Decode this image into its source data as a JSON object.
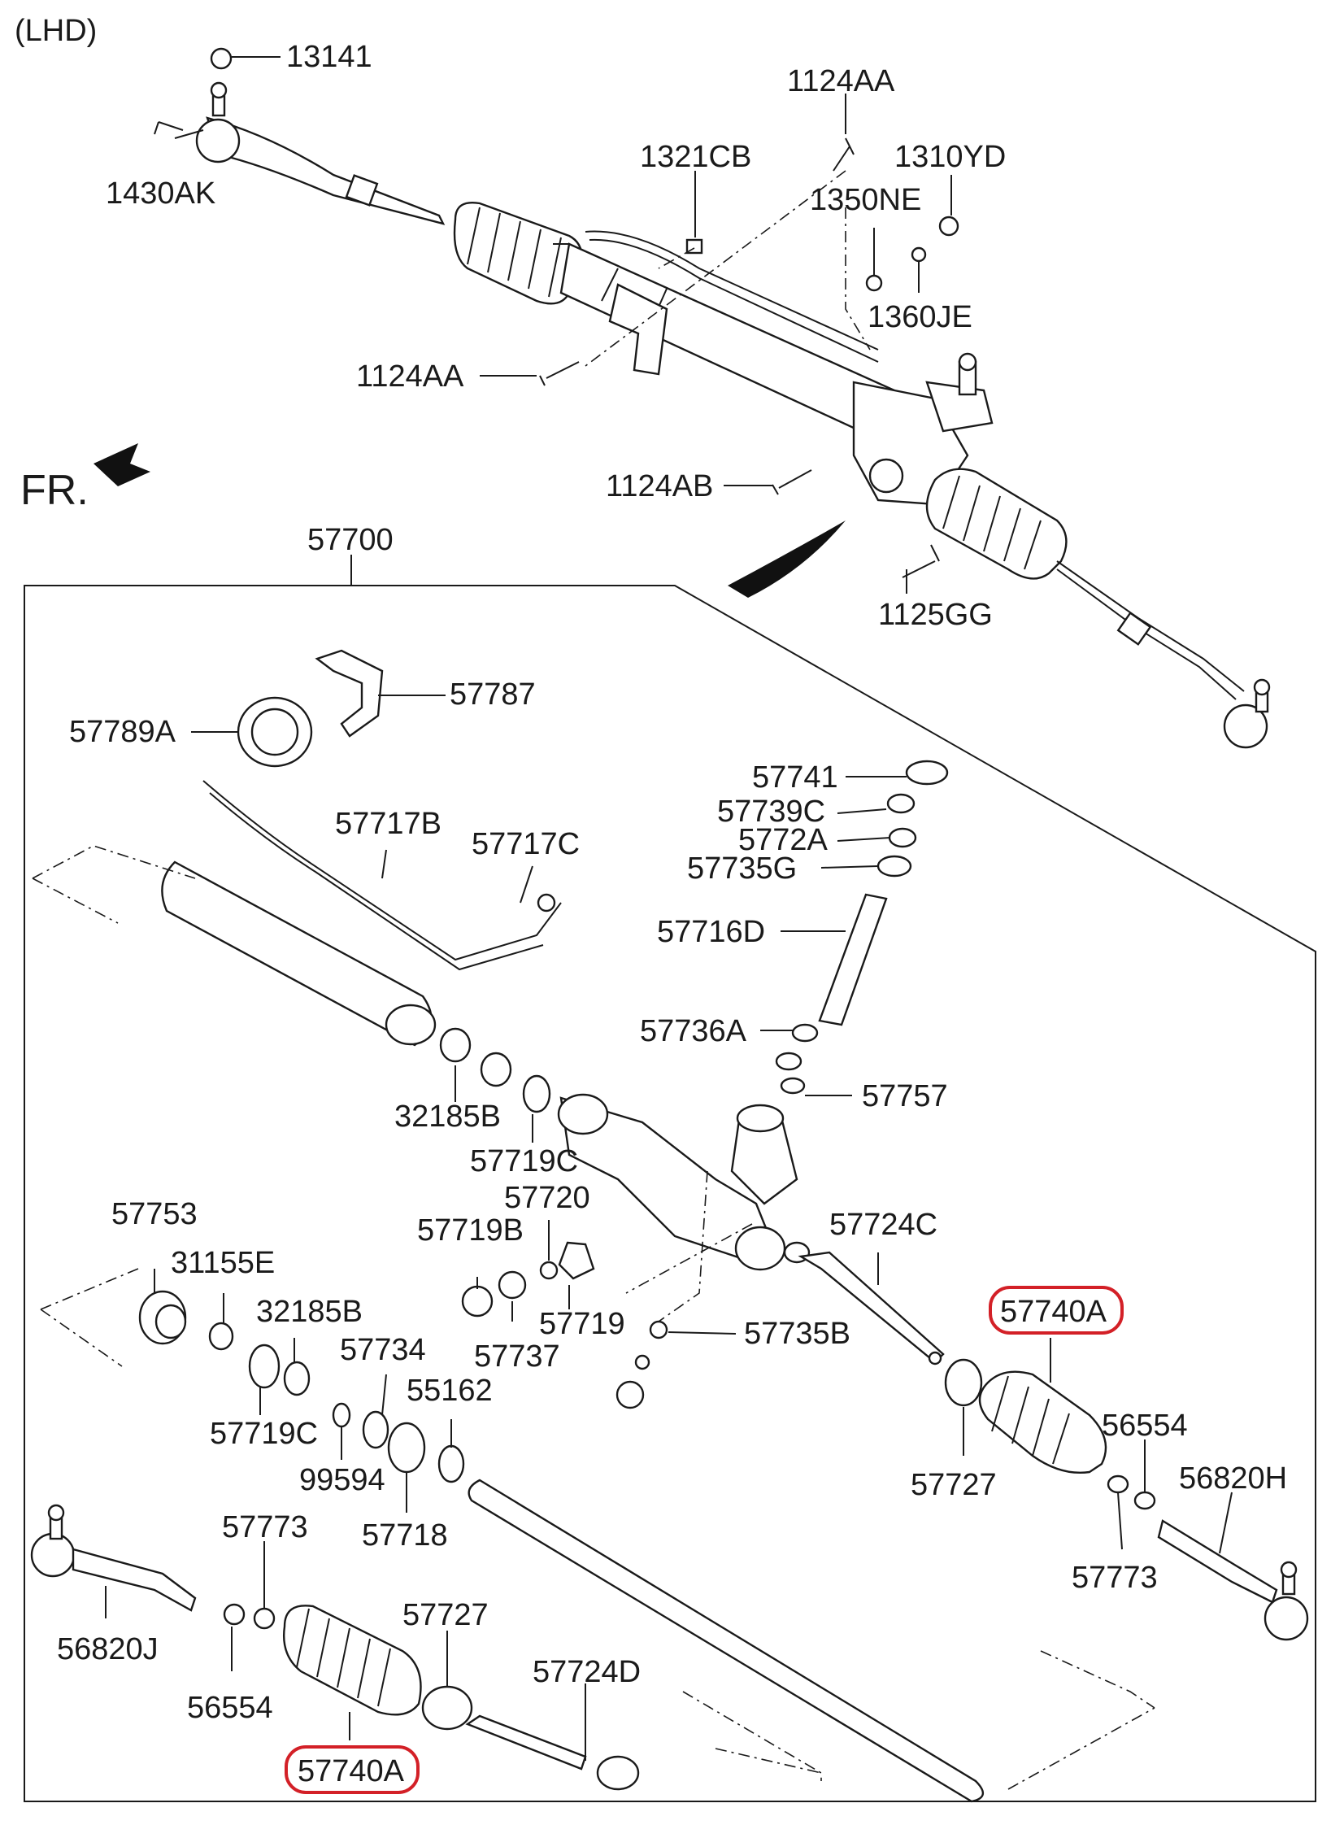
{
  "header": {
    "drive_side": "(LHD)",
    "front_marker": "FR."
  },
  "assembly": {
    "part_no": "57700"
  },
  "labels": {
    "p13141": "13141",
    "p1430AK": "1430AK",
    "p1124AA_top": "1124AA",
    "p1321CB": "1321CB",
    "p1310YD": "1310YD",
    "p1350NE": "1350NE",
    "p1360JE": "1360JE",
    "p1124AA_left": "1124AA",
    "p1124AB": "1124AB",
    "p1125GG": "1125GG",
    "p57787": "57787",
    "p57789A": "57789A",
    "p57717B": "57717B",
    "p57717C": "57717C",
    "p57741": "57741",
    "p57739C": "57739C",
    "p5772A": "5772A",
    "p57735G": "57735G",
    "p57716D": "57716D",
    "p57736A": "57736A",
    "p57757": "57757",
    "p32185B_top": "32185B",
    "p57719C_top": "57719C",
    "p57720": "57720",
    "p57719B": "57719B",
    "p57737": "57737",
    "p57719": "57719",
    "p57735B": "57735B",
    "p57724C": "57724C",
    "p57740A_right": "57740A",
    "p57753": "57753",
    "p31155E": "31155E",
    "p32185B_bottom": "32185B",
    "p57734": "57734",
    "p55162": "55162",
    "p57719C_bottom": "57719C",
    "p99594": "99594",
    "p57718": "57718",
    "p57727_right": "57727",
    "p56554_right": "56554",
    "p56820H": "56820H",
    "p57773_right": "57773",
    "p57773_left": "57773",
    "p57727_left": "57727",
    "p56820J": "56820J",
    "p57724D": "57724D",
    "p56554_left": "56554",
    "p57740A_left": "57740A"
  },
  "highlight_color": "#d32027"
}
